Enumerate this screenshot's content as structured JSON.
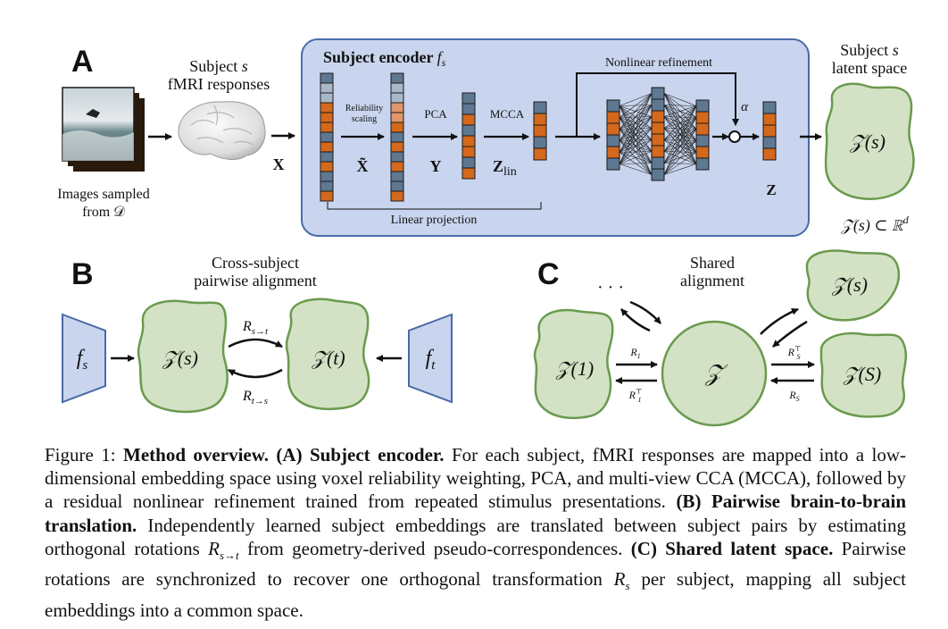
{
  "panel_a": {
    "letter": "A",
    "images_label_line1": "Images sampled",
    "images_label_line2": "from 𝒟",
    "subject_label_prefix": "Subject ",
    "subject_var": "s",
    "fmri_label": "fMRI responses",
    "x_label": "X",
    "encoder_title": "Subject encoder ",
    "encoder_fn": "f",
    "encoder_fn_sub": "s",
    "reliability_line1": "Reliability",
    "reliability_line2": "scaling",
    "x_tilde_label": "X̃",
    "pca_label": "PCA",
    "y_label": "Y",
    "mcca_label": "MCCA",
    "zlin_label": "Z",
    "zlin_sub": "lin",
    "nonlinear_label": "Nonlinear refinement",
    "alpha_label": "α",
    "z_label": "Z",
    "linear_projection_label": "Linear projection",
    "latent_title_line1_prefix": "Subject ",
    "latent_title_line1_var": "s",
    "latent_title_line2": "latent space",
    "latent_blob": "𝒵(s)",
    "subset_label": "𝒵(s) ⊂ ℝ",
    "subset_sup": "d"
  },
  "panel_b": {
    "letter": "B",
    "title_line1": "Cross-subject",
    "title_line2": "pairwise alignment",
    "fs_label": "f",
    "fs_sub": "s",
    "ft_label": "f",
    "ft_sub": "t",
    "zs_label": "𝒵(s)",
    "zt_label": "𝒵(t)",
    "r_st": "R",
    "r_st_sub": "s→t",
    "r_ts": "R",
    "r_ts_sub": "t→s"
  },
  "panel_c": {
    "letter": "C",
    "title_line1": "Shared",
    "title_line2": "alignment",
    "ellipsis": "· · ·",
    "z1_label": "𝒵(1)",
    "z_center": "𝒵",
    "zs_label": "𝒵(s)",
    "zS_label": "𝒵(S)",
    "r1": "R",
    "r1_sub": "1",
    "r1t": "R",
    "r1t_sub": "1",
    "r1t_sup": "⊤",
    "rst": "R",
    "rst_sub": "S",
    "rst_sup": "⊤",
    "rs": "R",
    "rs_sub": "S"
  },
  "colors": {
    "encoder_bg": "#c9d5ee",
    "encoder_border": "#4a6aa8",
    "blob_fill": "#d3e2c4",
    "blob_stroke": "#6a9a4e",
    "cell_blue": "#5f7891",
    "cell_light": "#a9b8c9",
    "cell_orange": "#d4681c",
    "cell_light_orange": "#e0956b"
  },
  "caption": {
    "fig_label": "Figure 1: ",
    "title": "Method overview.",
    "a_head": "(A) Subject encoder.",
    "a_text": " For each subject, fMRI responses are mapped into a low-dimensional embedding space using voxel reliability weighting, PCA, and multi-view CCA (MCCA), followed by a residual nonlinear refinement trained from repeated stimulus presentations.",
    "b_head": "(B) Pairwise brain-to-brain translation.",
    "b_text1": " Independently learned subject embeddings are translated between subject pairs by estimating orthogonal rotations ",
    "b_math": "R",
    "b_math_sub": "s→t",
    "b_text2": " from geometry-derived pseudo-correspondences. ",
    "c_head": "(C) Shared latent space.",
    "c_text1": " Pairwise rotations are synchronized to recover one orthogonal transformation ",
    "c_math": "R",
    "c_math_sub": "s",
    "c_text2": " per subject, mapping all subject embeddings into a common space."
  }
}
